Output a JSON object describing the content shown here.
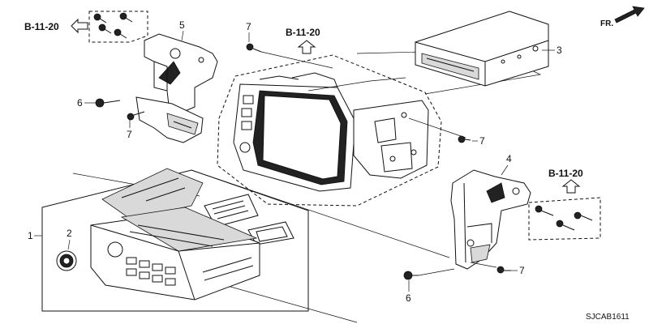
{
  "diagram": {
    "references": [
      "B-11-20",
      "B-11-20",
      "B-11-20"
    ],
    "callouts": {
      "part_1": "1",
      "part_2": "2",
      "part_3": "3",
      "part_4": "4",
      "part_5": "5",
      "part_6_left": "6",
      "part_6_right": "6",
      "part_7_top": "7",
      "part_7_left": "7",
      "part_7_mid": "7",
      "part_7_right": "7"
    },
    "direction_label": "FR.",
    "code": "SJCAB1611",
    "icons": [
      "arrow-left-icon",
      "arrow-up-icon",
      "arrow-up-icon",
      "front-arrow-icon",
      "bolt-icon"
    ]
  }
}
